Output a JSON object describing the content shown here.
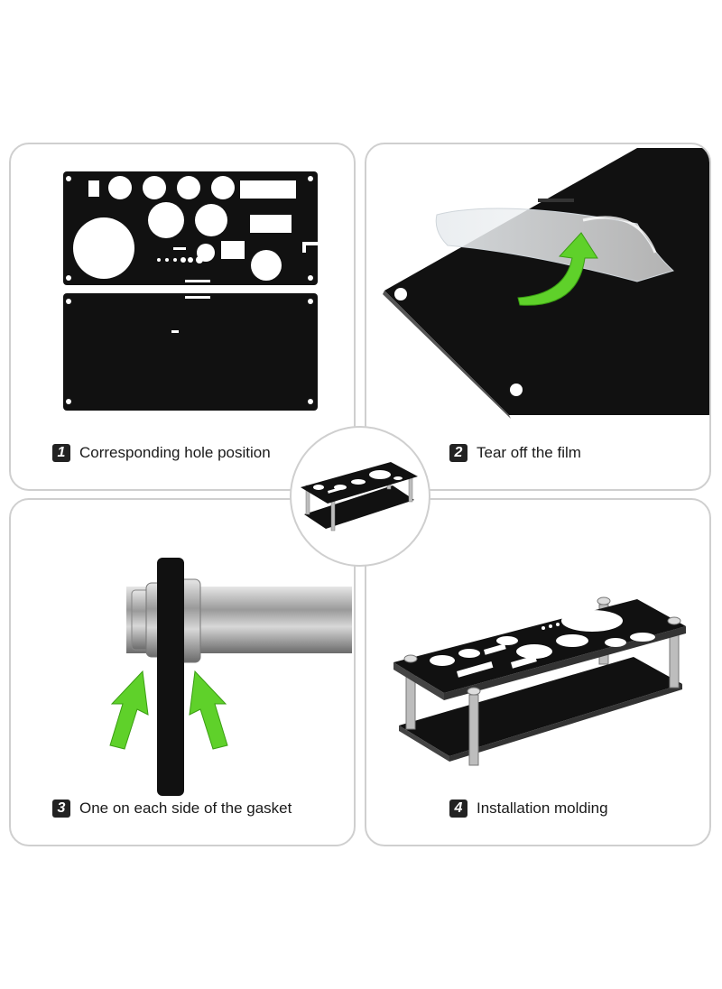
{
  "steps": [
    {
      "number": "1",
      "label": "Corresponding hole position"
    },
    {
      "number": "2",
      "label": "Tear off the film"
    },
    {
      "number": "3",
      "label": "One on each side of the gasket"
    },
    {
      "number": "4",
      "label": "Installation molding"
    }
  ],
  "colors": {
    "panel_border": "#cfcfcf",
    "acrylic": "#111111",
    "arrow_green": "#5fd12a",
    "steel": "#b8b8b8"
  },
  "icons": [
    "green-arrow-icon"
  ]
}
